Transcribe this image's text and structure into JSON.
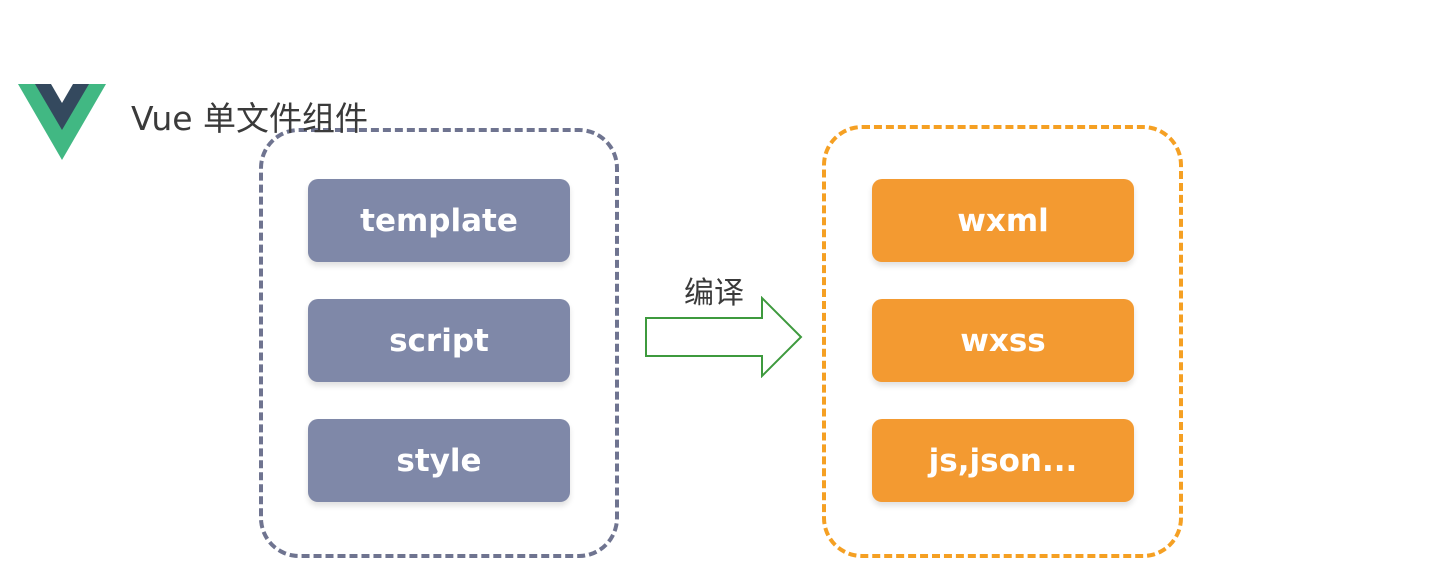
{
  "header": {
    "title": "Vue 单文件组件",
    "logo_colors": {
      "outer": "#41b883",
      "inner": "#34495e"
    }
  },
  "source_group": {
    "border_color": "#6f7490",
    "item_color": "#7f88a8",
    "items": [
      "template",
      "script",
      "style"
    ]
  },
  "arrow": {
    "label": "编译",
    "color": "#3e9a3e"
  },
  "target_group": {
    "border_color": "#f5a023",
    "item_color": "#f39a31",
    "items": [
      "wxml",
      "wxss",
      "js,json..."
    ]
  }
}
